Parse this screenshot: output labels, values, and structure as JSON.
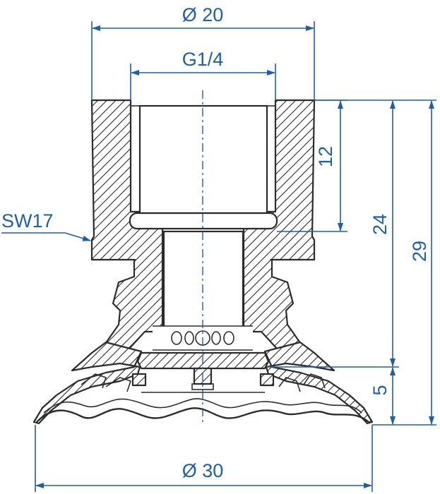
{
  "dimensions": {
    "outer_diameter_top": "Ø 20",
    "thread": "G1/4",
    "thread_depth": "12",
    "wrench_size": "SW17",
    "height_body": "24",
    "height_total": "29",
    "lip_height": "5",
    "cup_diameter": "Ø 30"
  },
  "colors": {
    "dimension": "#1f5fa8",
    "outline": "#2b2b2b"
  }
}
